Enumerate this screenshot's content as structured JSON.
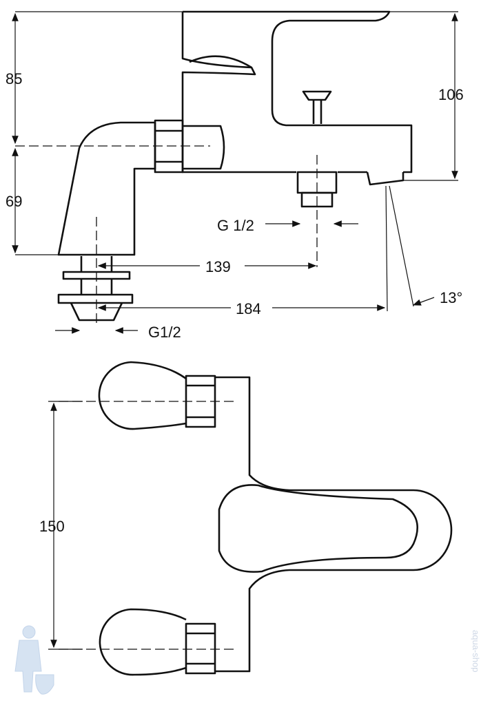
{
  "dimensions": {
    "height_upper": "85",
    "height_lower": "69",
    "height_total": "106",
    "outlet_thread": "G 1/2",
    "outlet_distance": "139",
    "spout_reach": "184",
    "spout_angle": "13°",
    "inlet_thread": "G1/2",
    "inlet_spacing": "150"
  },
  "watermark": "aqua-shop"
}
